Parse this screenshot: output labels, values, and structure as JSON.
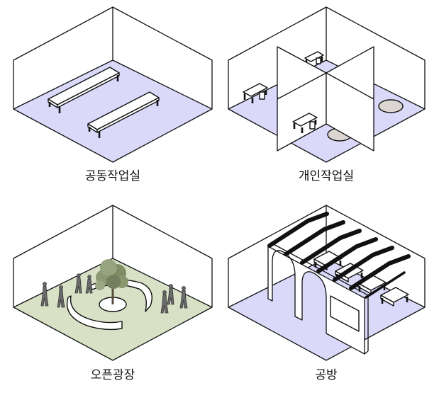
{
  "panels": [
    {
      "label": "공동작업실",
      "floor_color": "#dad9fa"
    },
    {
      "label": "개인작업실",
      "floor_color": "#dad9fa"
    },
    {
      "label": "오픈광장",
      "floor_color": "#d8e1c6"
    },
    {
      "label": "공방",
      "floor_color": "#dad9fa"
    }
  ]
}
